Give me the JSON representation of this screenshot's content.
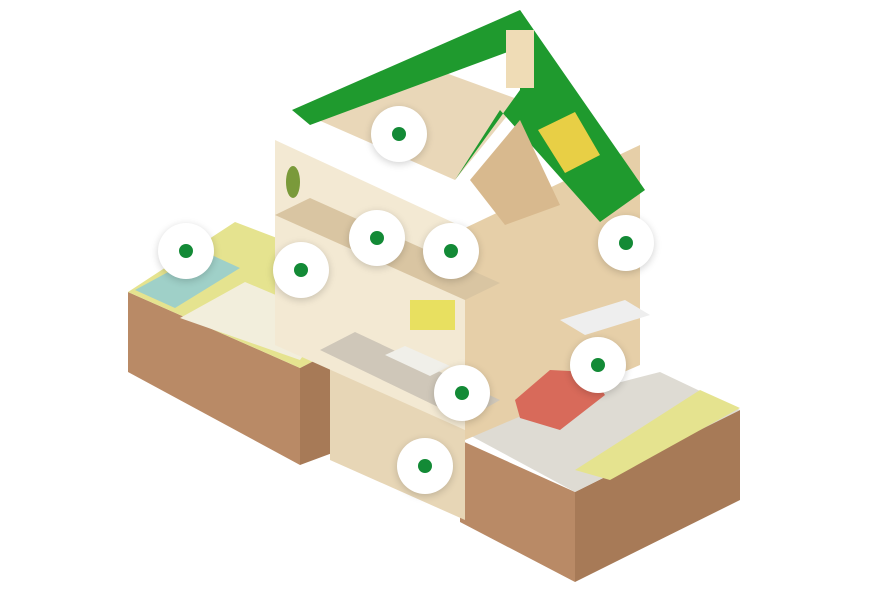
{
  "colors": {
    "roof": "#1f9a2e",
    "hotspot_dot": "#138a36",
    "hotspot_bg": "#ffffff",
    "dirt_front": "#b98a66",
    "dirt_side": "#a77a57",
    "grass": "#e5e38f",
    "wall": "#efe1c6",
    "car": "#d86a5a"
  },
  "hotspots": [
    {
      "id": "attic",
      "icon": "dot-icon"
    },
    {
      "id": "upper-hall",
      "icon": "dot-icon"
    },
    {
      "id": "bathroom",
      "icon": "dot-icon"
    },
    {
      "id": "bedroom",
      "icon": "dot-icon"
    },
    {
      "id": "pool",
      "icon": "dot-icon"
    },
    {
      "id": "living-room",
      "icon": "dot-icon"
    },
    {
      "id": "garage",
      "icon": "dot-icon"
    },
    {
      "id": "kitchen",
      "icon": "dot-icon"
    },
    {
      "id": "basement",
      "icon": "dot-icon"
    }
  ]
}
